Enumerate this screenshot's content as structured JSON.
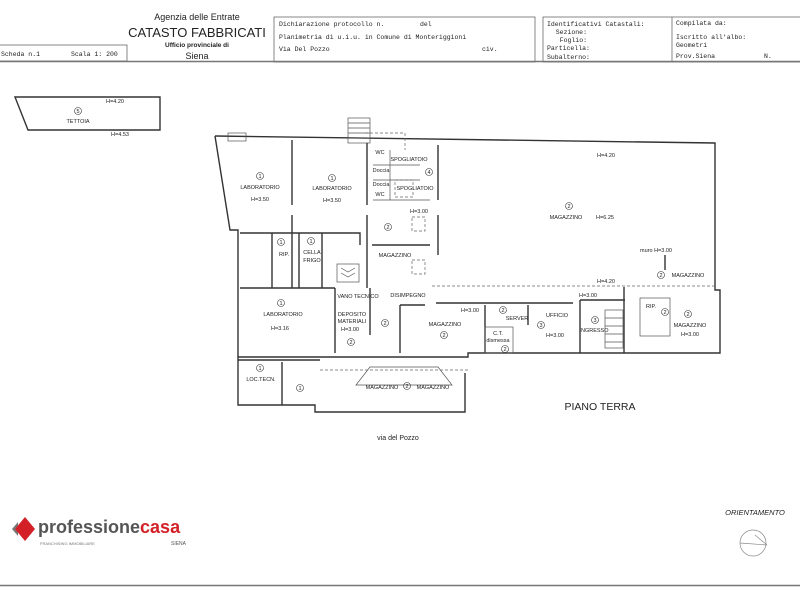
{
  "header": {
    "agency": "Agenzia delle Entrate",
    "title": "CATASTO FABBRICATI",
    "office_label": "Ufficio provinciale di",
    "office_city": "Siena",
    "scheda": "Scheda n.1",
    "scala": "Scala 1: 200",
    "protocol_label": "Dichiarazione protocollo n.",
    "del_label": "del",
    "planimetria": "Planimetria di u.i.u. in Comune di Monteriggioni",
    "address": "Via Del Pozzo",
    "civ_label": "civ.",
    "identificativi": "Identificativi Catastali:",
    "sezione": "Sezione:",
    "foglio": "Foglio:",
    "particella": "Particella:",
    "subalterno": "Subalterno:",
    "compilata": "Compilata da:",
    "iscritto": "Iscritto all'albo:",
    "albo": "Geometri",
    "prov": "Prov.Siena",
    "n_label": "N."
  },
  "plan": {
    "tettoia": {
      "num": "5",
      "label": "TETTOIA",
      "h1": "H=4.20",
      "h2": "H=4.53"
    },
    "rooms": {
      "lab1": {
        "num": "1",
        "label": "LABORATORIO",
        "h": "H=3.50"
      },
      "lab2": {
        "num": "1",
        "label": "LABORATORIO",
        "h": "H=3.50"
      },
      "wc1": "WC",
      "doccia1": "Doccia",
      "doccia2": "Doccia",
      "wc2": "WC",
      "spogliatoio1": "SPOGLIATOIO",
      "spogliatoio2": "SPOGLIATOIO",
      "num4": "4",
      "mag_big": {
        "num": "2",
        "label": "MAGAZZINO",
        "h": "H=6.25",
        "h_top": "H=4.20"
      },
      "rip1": {
        "num": "1",
        "label": "RIP."
      },
      "cella": {
        "num": "1",
        "label1": "CELLA",
        "label2": "FRIGO"
      },
      "mag_center": {
        "num": "2",
        "label": "MAGAZZINO",
        "h": "H=3.00"
      },
      "muro": "muro H=3.00",
      "mag_right_top": {
        "num": "2",
        "label": "MAGAZZINO",
        "h": "H=4.20"
      },
      "disimpegno": "DISIMPEGNO",
      "vano_tecnico": "VANO TECNICO",
      "lab3": {
        "num": "1",
        "label": "LABORATORIO",
        "h": "H=3.16"
      },
      "deposito": {
        "label1": "DEPOSITO",
        "label2": "MATERIALI",
        "h": "H=3.00",
        "num": "2",
        "num2": "2"
      },
      "mag_mid": {
        "num": "2",
        "label": "MAGAZZINO",
        "h": "H=3.00"
      },
      "ct": {
        "label1": "C.T.",
        "label2": "dismessa",
        "num": "2"
      },
      "server": {
        "num": "2",
        "label": "SERVER"
      },
      "ufficio": {
        "num": "3",
        "label": "UFFICIO",
        "h": "H=3.00",
        "h2": "H=3.00"
      },
      "ingresso": {
        "num": "3",
        "label": "INGRESSO"
      },
      "rip2": {
        "num": "2",
        "label": "RIP."
      },
      "mag_right": {
        "num": "2",
        "label": "MAGAZZINO",
        "h": "H=3.00"
      },
      "loc_tecn": {
        "num": "1",
        "label": "LOC.TECN.",
        "num2": "1"
      },
      "mag_bottom": {
        "num": "2",
        "label_left": "MAGAZZINO",
        "label_right": "MAGAZZINO"
      }
    },
    "floor_title": "PIANO TERRA",
    "street": "via del Pozzo"
  },
  "footer": {
    "logo_text_a": "professione",
    "logo_text_b": "casa",
    "logo_sub": "FRANCHISING IMMOBILIARE",
    "logo_city": "SIENA",
    "orientation_label": "ORIENTAMENTO",
    "brand_color": "#d32027",
    "brand_grey": "#555555"
  }
}
